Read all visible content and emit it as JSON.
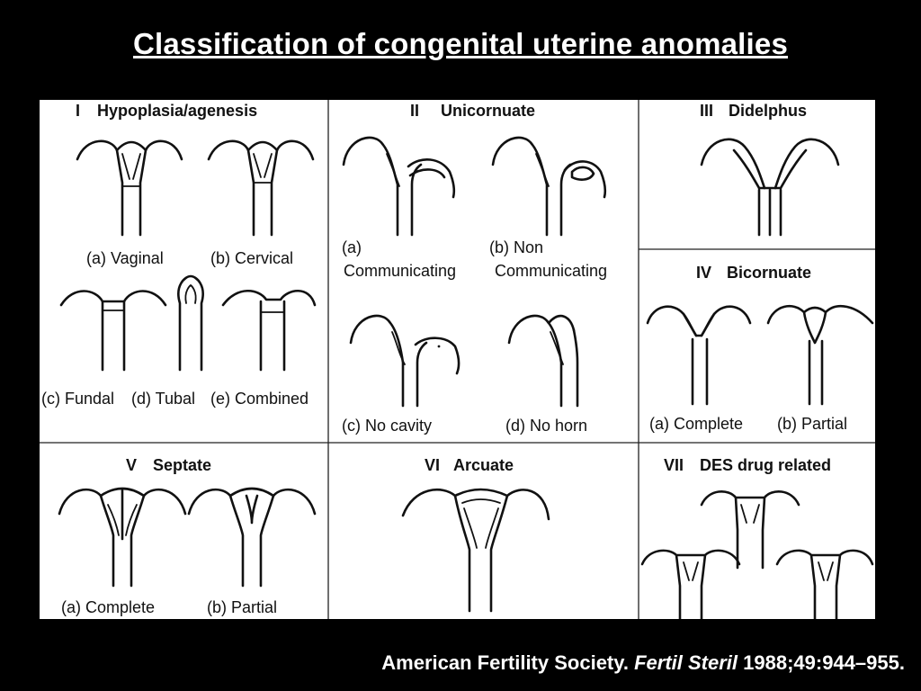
{
  "title": "Classification of congenital uterine anomalies",
  "citation": {
    "authors": "American Fertility Society.",
    "journal": "Fertil Steril",
    "reference": "1988;49:944–955",
    "end": "."
  },
  "panels": {
    "p1": {
      "roman": "I",
      "name": "Hypoplasia/agenesis",
      "items": [
        {
          "label": "(a) Vaginal"
        },
        {
          "label": "(b) Cervical"
        },
        {
          "label": "(c) Fundal"
        },
        {
          "label": "(d) Tubal"
        },
        {
          "label": "(e) Combined"
        }
      ]
    },
    "p2": {
      "roman": "II",
      "name": "Unicornuate",
      "items": [
        {
          "label_line1": "(a)",
          "label_line2": "Communicating"
        },
        {
          "label_line1": "(b) Non",
          "label_line2": "Communicating"
        },
        {
          "label": "(c) No cavity"
        },
        {
          "label": "(d) No horn"
        }
      ]
    },
    "p3": {
      "roman": "III",
      "name": "Didelphus"
    },
    "p4": {
      "roman": "IV",
      "name": "Bicornuate",
      "items": [
        {
          "label": "(a) Complete"
        },
        {
          "label": "(b) Partial"
        }
      ]
    },
    "p5": {
      "roman": "V",
      "name": "Septate",
      "items": [
        {
          "label": "(a) Complete"
        },
        {
          "label": "(b) Partial"
        }
      ]
    },
    "p6": {
      "roman": "VI",
      "name": "Arcuate"
    },
    "p7": {
      "roman": "VII",
      "name": "DES drug related"
    }
  }
}
